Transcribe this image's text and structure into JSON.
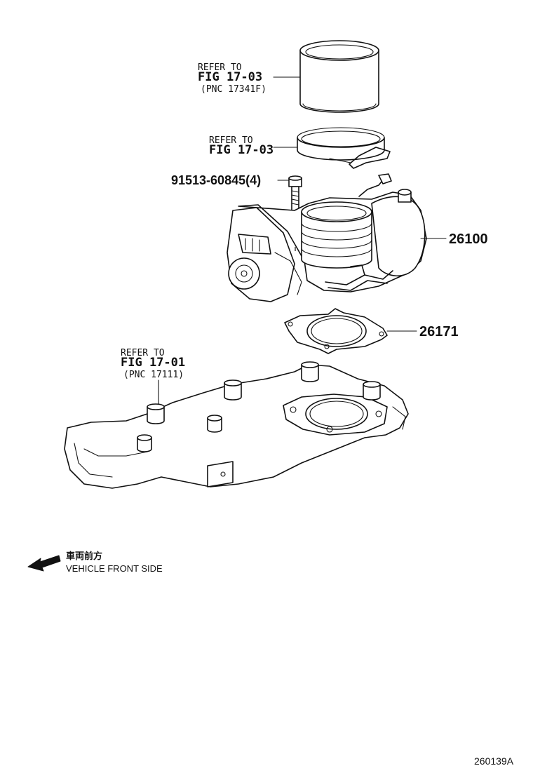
{
  "refs": {
    "hose": {
      "l1": "REFER TO",
      "l2": "FIG 17-03",
      "l3": "(PNC 17341F)"
    },
    "clamp": {
      "l1": "REFER TO",
      "l2": "FIG 17-03"
    },
    "manifold": {
      "l1": "REFER TO",
      "l2": "FIG 17-01",
      "l3": "(PNC 17111)"
    }
  },
  "parts": {
    "bolt": "91513-60845(4)",
    "throttle_body": "26100",
    "gasket": "26171"
  },
  "direction": {
    "jp": "車両前方",
    "en": "VEHICLE FRONT SIDE"
  },
  "figure_id": "260139A"
}
